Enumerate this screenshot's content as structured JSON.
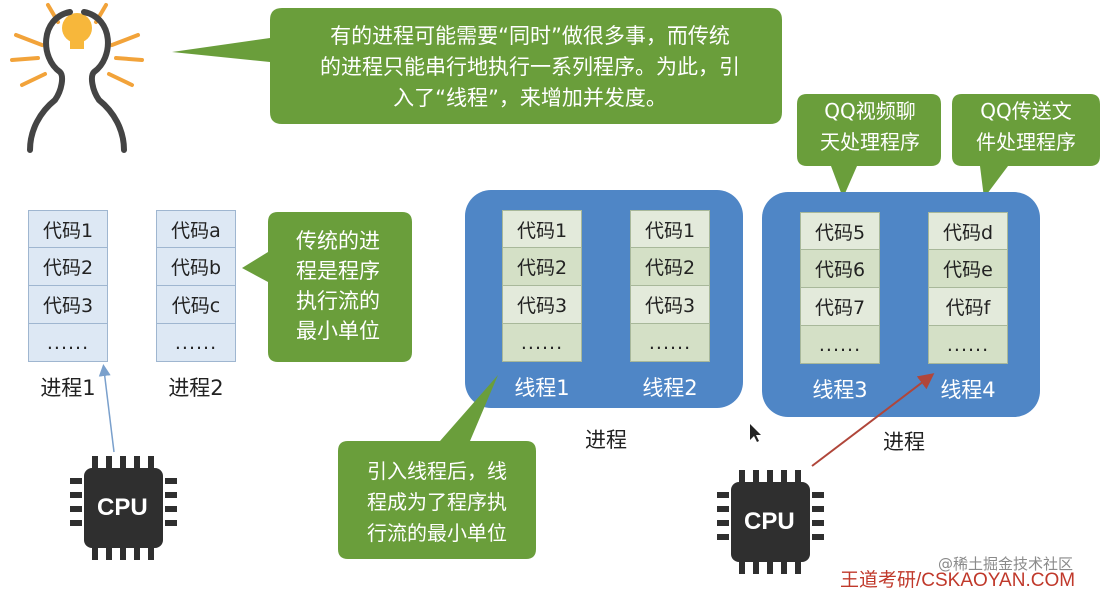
{
  "top_bubble": {
    "lines": [
      "有的进程可能需要“同时”做很多事，而传统",
      "的进程只能串行地执行一系列程序。为此，引",
      "入了“线程”，来增加并发度。"
    ]
  },
  "qq_video_bubble": {
    "lines": [
      "QQ视频聊",
      "天处理程序"
    ]
  },
  "qq_file_bubble": {
    "lines": [
      "QQ传送文",
      "件处理程序"
    ]
  },
  "traditional_bubble": {
    "lines": [
      "传统的进",
      "程是程序",
      "执行流的",
      "最小单位"
    ]
  },
  "thread_bubble": {
    "lines": [
      "引入线程后，线",
      "程成为了程序执",
      "行流的最小单位"
    ]
  },
  "process1": {
    "cells": [
      "代码1",
      "代码2",
      "代码3",
      "......"
    ],
    "label": "进程1"
  },
  "process2": {
    "cells": [
      "代码a",
      "代码b",
      "代码c",
      "......"
    ],
    "label": "进程2"
  },
  "process_a": {
    "label": "进程",
    "threads": [
      {
        "cells": [
          "代码1",
          "代码2",
          "代码3",
          "......"
        ],
        "label": "线程1"
      },
      {
        "cells": [
          "代码1",
          "代码2",
          "代码3",
          "......"
        ],
        "label": "线程2"
      }
    ]
  },
  "process_b": {
    "label": "进程",
    "threads": [
      {
        "cells": [
          "代码5",
          "代码6",
          "代码7",
          "......"
        ],
        "label": "线程3"
      },
      {
        "cells": [
          "代码d",
          "代码e",
          "代码f",
          "......"
        ],
        "label": "线程4"
      }
    ]
  },
  "cpu": {
    "label": "CPU"
  },
  "watermark": "@稀土掘金技术社区",
  "footer": "王道考研/CSKAOYAN.COM",
  "colors": {
    "bubble_green": "#6a9e3b",
    "process_blue": "#4f86c6",
    "arrow_red": "#b0463a",
    "arrow_blue": "#7aa0cc"
  }
}
